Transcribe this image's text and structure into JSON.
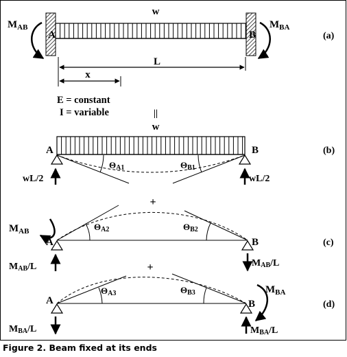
{
  "caption": "Figure 2. Beam fixed at its ends",
  "panels": {
    "a": {
      "tag": "(a)",
      "load": "w",
      "m_left": "M",
      "m_left_sub": "AB",
      "m_right": "M",
      "m_right_sub": "BA",
      "node_a": "A",
      "node_b": "B",
      "span": "L",
      "x": "x",
      "prop_e": "E = constant",
      "prop_i": "I = variable",
      "equals": "||"
    },
    "b": {
      "tag": "(b)",
      "load": "w",
      "node_a": "A",
      "node_b": "B",
      "theta_a": "Θ",
      "theta_a_sub": "A1",
      "theta_b": "Θ",
      "theta_b_sub": "B1",
      "react_a": "wL/2",
      "react_b": "wL/2",
      "plus": "+"
    },
    "c": {
      "tag": "(c)",
      "node_a": "A",
      "node_b": "B",
      "moment": "M",
      "moment_sub": "AB",
      "theta_a": "Θ",
      "theta_a_sub": "A2",
      "theta_b": "Θ",
      "theta_b_sub": "B2",
      "react_a": "M",
      "react_a_sub": "AB",
      "react_a_tail": "/L",
      "react_b": "M",
      "react_b_sub": "AB",
      "react_b_tail": "/L",
      "plus": "+"
    },
    "d": {
      "tag": "(d)",
      "node_a": "A",
      "node_b": "B",
      "moment": "M",
      "moment_sub": "BA",
      "theta_a": "Θ",
      "theta_a_sub": "A3",
      "theta_b": "Θ",
      "theta_b_sub": "B3",
      "react_a": "M",
      "react_a_sub": "BA",
      "react_a_tail": "/L",
      "react_b": "M",
      "react_b_sub": "BA",
      "react_b_tail": "/L"
    }
  }
}
